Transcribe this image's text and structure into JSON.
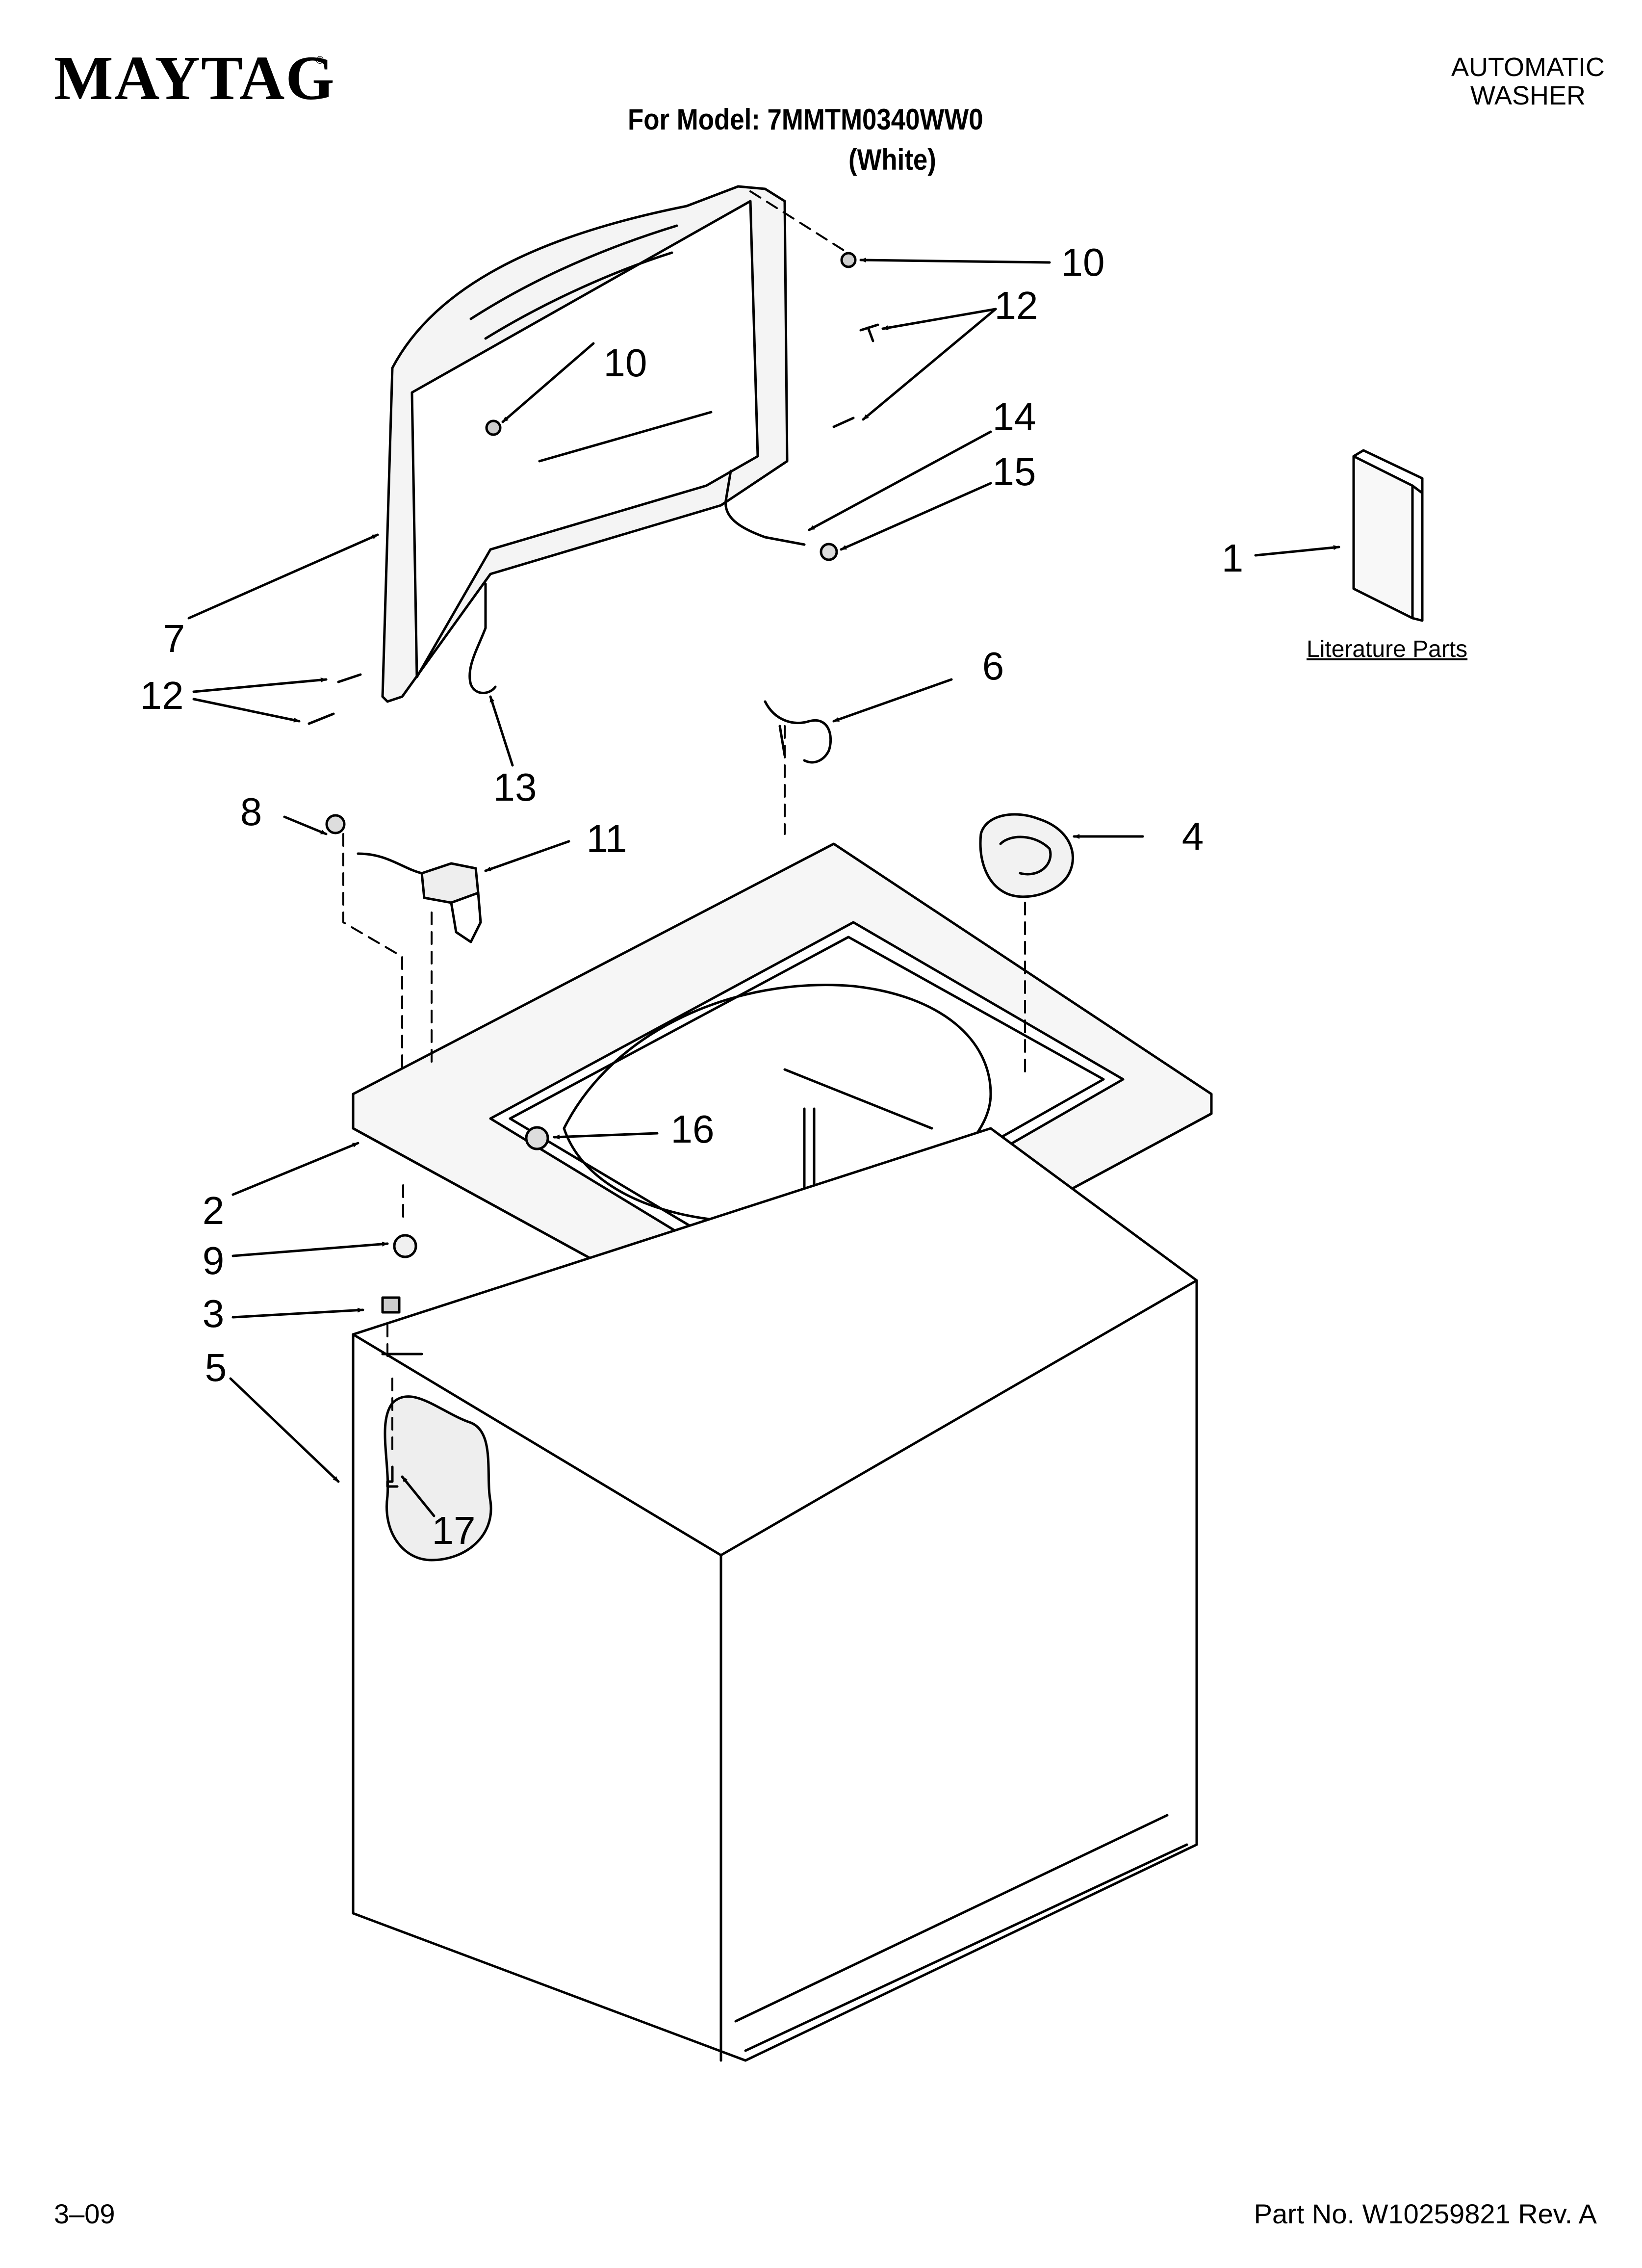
{
  "header": {
    "brand": "MAYTAG",
    "registered_mark": "®",
    "product_line1": "AUTOMATIC",
    "product_line2": "WASHER",
    "model_line": "For Model: 7MMTM0340WW0",
    "color_line": "(White)"
  },
  "literature": {
    "label": "Literature Parts"
  },
  "callouts": {
    "c1": "1",
    "c2": "2",
    "c3": "3",
    "c4": "4",
    "c5": "5",
    "c6": "6",
    "c7": "7",
    "c8": "8",
    "c9": "9",
    "c10a": "10",
    "c10b": "10",
    "c11": "11",
    "c12a": "12",
    "c12b": "12",
    "c13": "13",
    "c14": "14",
    "c15": "15",
    "c16": "16",
    "c17": "17"
  },
  "footer": {
    "date": "3–09",
    "part_number": "Part No. W10259821 Rev. A"
  }
}
